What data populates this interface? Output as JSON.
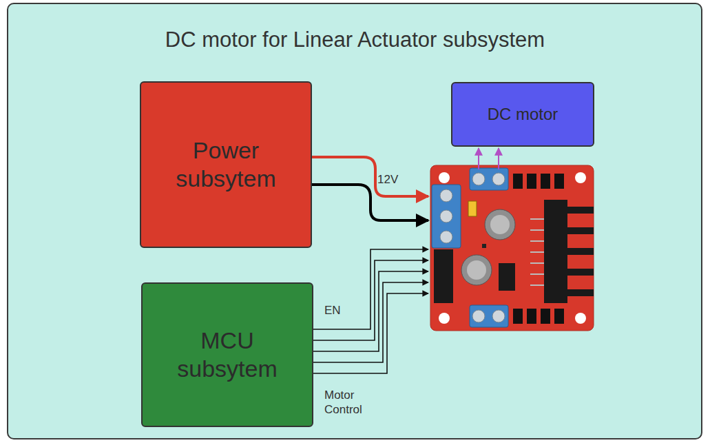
{
  "diagram": {
    "title": "DC motor for Linear Actuator subsystem",
    "nodes": [
      {
        "text": [
          "Power subsytem"
        ]
      },
      {
        "text": [
          "DC motor"
        ]
      },
      {
        "text": [
          "MCU subsytem"
        ]
      }
    ],
    "labels": [
      "12V",
      "EN",
      "Motor Control"
    ]
  }
}
